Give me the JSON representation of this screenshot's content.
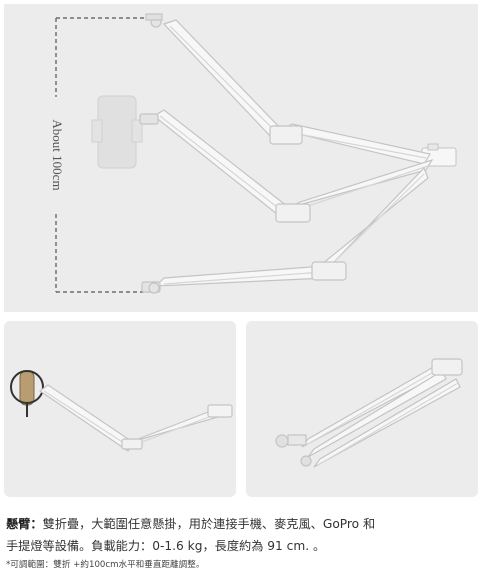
{
  "hero": {
    "range_label": "About 100cm"
  },
  "description": {
    "lead": "懸臂：",
    "line1": "雙折疊，大範圍任意懸掛，用於連接手機、麥克風、GoPro 和",
    "line2": "手提燈等設備。負載能力：0-1.6 kg，長度約為 91 cm. 。"
  },
  "note": "*可調範圍：雙折 +約100cm水平和垂直距離調整。",
  "colors": {
    "panel_bg": "#ececec",
    "arm_stroke": "#c9c9c9",
    "arm_fill": "#f7f7f7",
    "dash": "#555555"
  }
}
